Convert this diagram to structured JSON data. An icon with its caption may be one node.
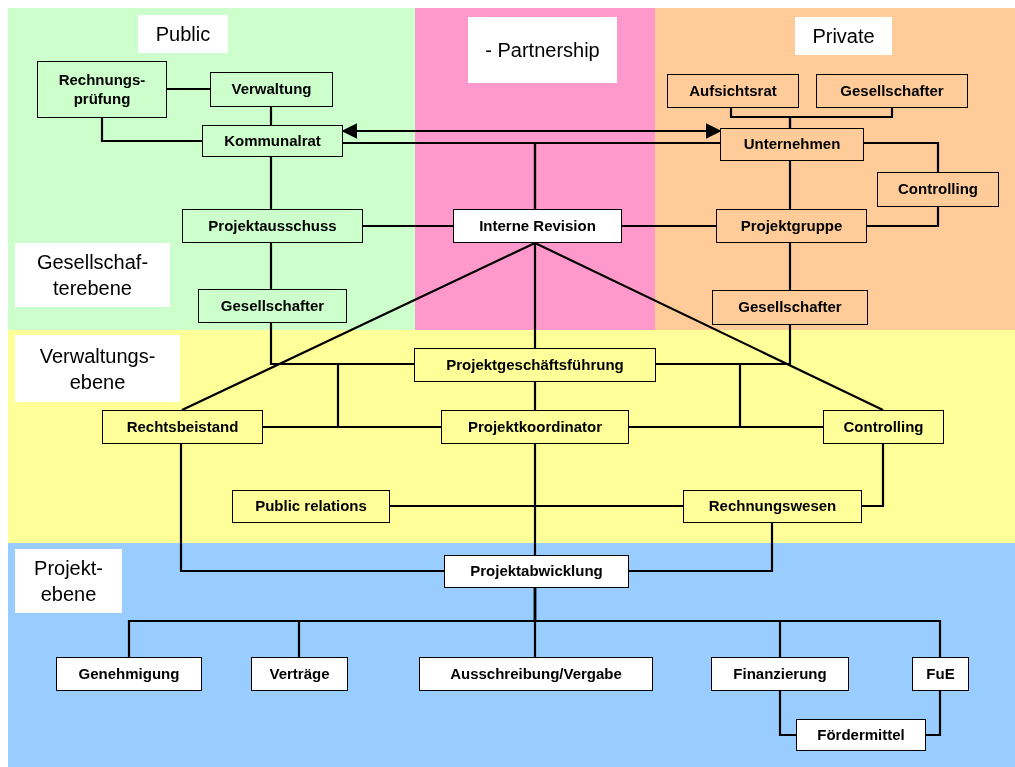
{
  "diagram": {
    "nodes": [
      {
        "text": [
          "Rechnungs- prüfung"
        ]
      },
      {
        "text": [
          "Verwaltung"
        ]
      },
      {
        "text": [
          "Kommunalrat"
        ]
      },
      {
        "text": [
          "Aufsichtsrat"
        ]
      },
      {
        "text": [
          "Gesellschafter"
        ]
      },
      {
        "text": [
          "Unternehmen"
        ]
      },
      {
        "text": [
          "Controlling"
        ]
      },
      {
        "text": [
          "Projektausschuss"
        ]
      },
      {
        "text": [
          "Interne Revision"
        ]
      },
      {
        "text": [
          "Projektgruppe"
        ]
      },
      {
        "text": [
          "Gesellschafter"
        ]
      },
      {
        "text": [
          "Gesellschafter"
        ]
      },
      {
        "text": [
          "Projektgeschäftsführung"
        ]
      },
      {
        "text": [
          "Rechtsbeistand"
        ]
      },
      {
        "text": [
          "Projektkoordinator"
        ]
      },
      {
        "text": [
          "Controlling"
        ]
      },
      {
        "text": [
          "Public relations"
        ]
      },
      {
        "text": [
          "Rechnungswesen"
        ]
      },
      {
        "text": [
          "Projektabwicklung"
        ]
      },
      {
        "text": [
          "Genehmigung"
        ]
      },
      {
        "text": [
          "Verträge"
        ]
      },
      {
        "text": [
          "Ausschreibung/Vergabe"
        ]
      },
      {
        "text": [
          "Finanzierung"
        ]
      },
      {
        "text": [
          "FuE"
        ]
      },
      {
        "text": [
          "Fördermittel"
        ]
      }
    ],
    "edges": [
      {
        "from": 0,
        "to": 1,
        "arrow": "none"
      },
      {
        "from": 0,
        "to": 2,
        "arrow": "none"
      },
      {
        "from": 1,
        "to": 2,
        "arrow": "none"
      },
      {
        "from": 2,
        "to": 5,
        "arrow": "both"
      },
      {
        "from": 8,
        "to": 2,
        "arrow": "none"
      },
      {
        "from": 8,
        "to": 5,
        "arrow": "none"
      },
      {
        "from": 3,
        "to": 5,
        "arrow": "none"
      },
      {
        "from": 4,
        "to": 5,
        "arrow": "none"
      },
      {
        "from": 5,
        "to": 6,
        "arrow": "none"
      },
      {
        "from": 6,
        "to": 9,
        "arrow": "none"
      },
      {
        "from": 5,
        "to": 9,
        "arrow": "none"
      },
      {
        "from": 2,
        "to": 7,
        "arrow": "none"
      },
      {
        "from": 7,
        "to": 8,
        "arrow": "none"
      },
      {
        "from": 8,
        "to": 9,
        "arrow": "none"
      },
      {
        "from": 7,
        "to": 10,
        "arrow": "none"
      },
      {
        "from": 9,
        "to": 11,
        "arrow": "none"
      },
      {
        "from": 10,
        "to": 12,
        "arrow": "none"
      },
      {
        "from": 11,
        "to": 12,
        "arrow": "none"
      },
      {
        "from": 8,
        "to": 12,
        "arrow": "none"
      },
      {
        "from": 8,
        "to": 13,
        "arrow": "none"
      },
      {
        "from": 8,
        "to": 15,
        "arrow": "none"
      },
      {
        "from": 12,
        "to": 14,
        "arrow": "none"
      },
      {
        "from": 13,
        "to": 14,
        "arrow": "none"
      },
      {
        "from": 14,
        "to": 15,
        "arrow": "none"
      },
      {
        "from": 12,
        "to": 13,
        "arrow": "none"
      },
      {
        "from": 12,
        "to": 15,
        "arrow": "none"
      },
      {
        "from": 16,
        "to": 17,
        "arrow": "none"
      },
      {
        "from": 15,
        "to": 17,
        "arrow": "none"
      },
      {
        "from": 14,
        "to": 18,
        "arrow": "none"
      },
      {
        "from": 13,
        "to": 18,
        "arrow": "none"
      },
      {
        "from": 17,
        "to": 18,
        "arrow": "none"
      },
      {
        "from": 18,
        "to": 19,
        "arrow": "none"
      },
      {
        "from": 18,
        "to": 20,
        "arrow": "none"
      },
      {
        "from": 18,
        "to": 21,
        "arrow": "none"
      },
      {
        "from": 18,
        "to": 22,
        "arrow": "none"
      },
      {
        "from": 18,
        "to": 23,
        "arrow": "none"
      },
      {
        "from": 22,
        "to": 24,
        "arrow": "none"
      },
      {
        "from": 23,
        "to": 24,
        "arrow": "none"
      }
    ],
    "labels": [
      "Public",
      "- Partnership",
      "Private",
      "Gesellschaf- terebene",
      "Verwaltungs- ebene",
      "Projekt- ebene"
    ]
  }
}
